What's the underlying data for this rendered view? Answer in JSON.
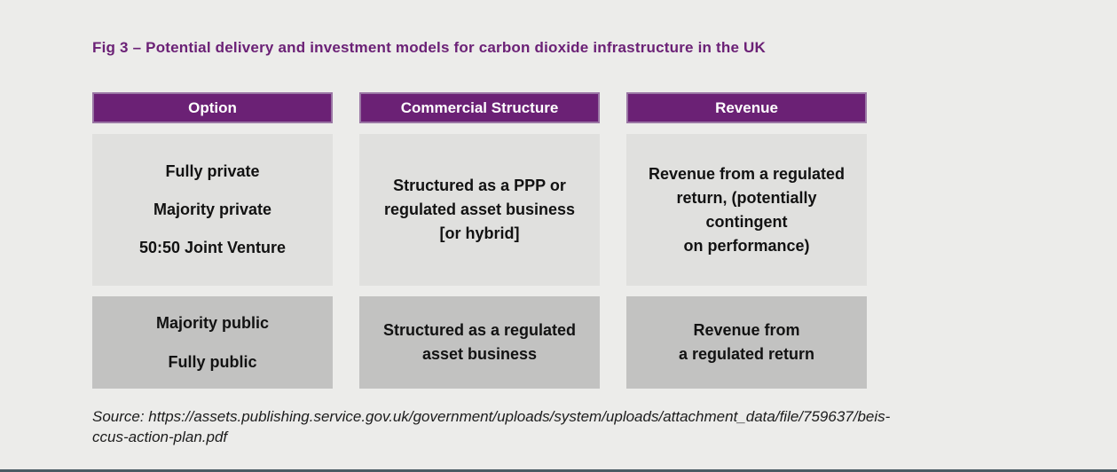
{
  "figure": {
    "title": "Fig 3 – Potential delivery and investment models for carbon dioxide infrastructure in the UK"
  },
  "table": {
    "columns": [
      {
        "header": "Option"
      },
      {
        "header": "Commercial Structure"
      },
      {
        "header": "Revenue"
      }
    ],
    "rows": [
      {
        "shade": "light",
        "cells": [
          {
            "lines": [
              "Fully private",
              "Majority private",
              "50:50 Joint Venture"
            ]
          },
          {
            "lines": [
              "Structured as a PPP or",
              "regulated asset business",
              "[or hybrid]"
            ]
          },
          {
            "lines": [
              "Revenue from a regulated",
              "return, (potentially",
              "contingent",
              "on performance)"
            ]
          }
        ]
      },
      {
        "shade": "dark",
        "cells": [
          {
            "lines": [
              "Majority public",
              "Fully public"
            ]
          },
          {
            "lines": [
              "Structured as a regulated",
              "asset business"
            ]
          },
          {
            "lines": [
              "Revenue from",
              "a regulated return"
            ]
          }
        ]
      }
    ]
  },
  "source": {
    "lines": [
      "Source: https://assets.publishing.service.gov.uk/government/uploads/system/uploads/attachment_data/file/759637/beis-",
      "ccus-action-plan.pdf"
    ]
  },
  "colors": {
    "page_background": "#ECECEA",
    "title_purple": "#6B2176",
    "header_background": "#6B2175",
    "header_border": "#9A76A4",
    "header_text": "#FFFFFF",
    "light_cell_background": "#E0E0DE",
    "dark_cell_background": "#C2C2C1",
    "body_text": "#121212",
    "bottom_rule": "#4A5A64"
  }
}
